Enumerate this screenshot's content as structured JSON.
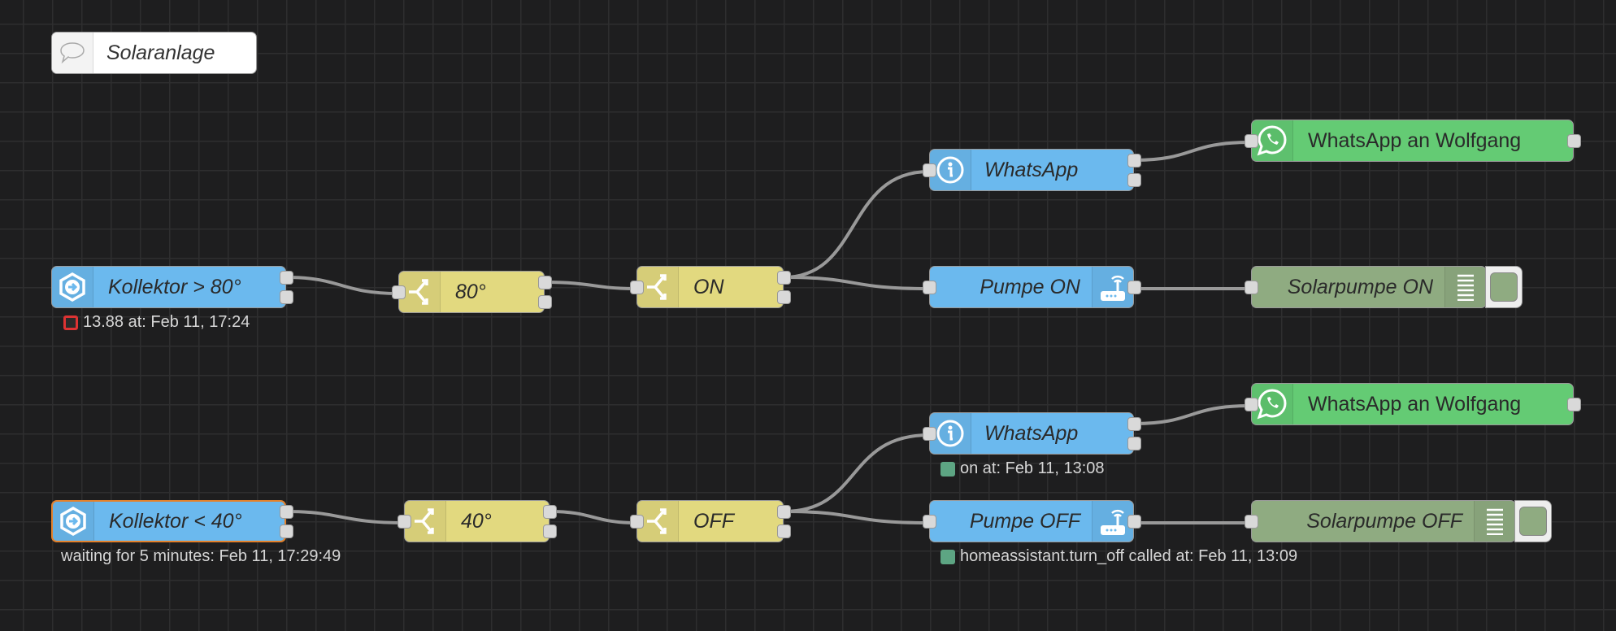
{
  "comment": {
    "label": "Solaranlage",
    "icon": "comment-icon"
  },
  "flows": {
    "top": {
      "trigger": {
        "label": "Kollektor > 80°",
        "icon": "trigger-state-icon",
        "status": "13.88 at: Feb 11, 17:24",
        "status_color": "#dd3333"
      },
      "switch1": {
        "label": "80°",
        "icon": "switch-icon"
      },
      "switch2": {
        "label": "ON",
        "icon": "switch-icon"
      },
      "notify": {
        "label": "WhatsApp",
        "icon": "info-icon"
      },
      "whatsapp": {
        "label": "WhatsApp an Wolfgang",
        "icon": "whatsapp-icon"
      },
      "service": {
        "label": "Pumpe ON",
        "icon": "router-icon"
      },
      "debug": {
        "label": "Solarpumpe ON",
        "icon": "debug-list-icon"
      }
    },
    "bottom": {
      "trigger": {
        "label": "Kollektor < 40°",
        "icon": "trigger-state-icon",
        "status": "waiting for 5 minutes: Feb 11, 17:29:49"
      },
      "switch1": {
        "label": "40°",
        "icon": "switch-icon"
      },
      "switch2": {
        "label": "OFF",
        "icon": "switch-icon"
      },
      "notify": {
        "label": "WhatsApp",
        "icon": "info-icon",
        "status": "on at: Feb 11, 13:08",
        "status_color": "#5da583"
      },
      "whatsapp": {
        "label": "WhatsApp an Wolfgang",
        "icon": "whatsapp-icon"
      },
      "service": {
        "label": "Pumpe OFF",
        "icon": "router-icon",
        "status": "homeassistant.turn_off called at: Feb 11, 13:09",
        "status_color": "#5da583"
      },
      "debug": {
        "label": "Solarpumpe OFF",
        "icon": "debug-list-icon"
      }
    }
  },
  "colors": {
    "canvas": "#1e1e1f",
    "ha_blue": "#6bb9ee",
    "switch_yellow": "#e2d97f",
    "whatsapp_green": "#64cb74",
    "debug_sage": "#8fab81",
    "selected_outline": "#e4812b"
  }
}
